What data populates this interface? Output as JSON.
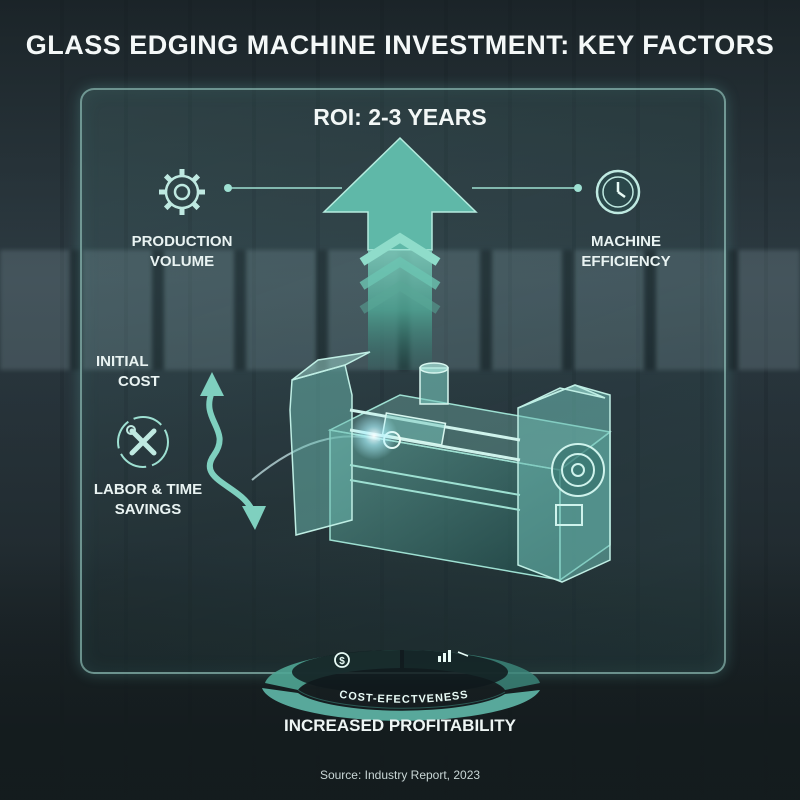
{
  "title": "GLASS EDGING MACHINE INVESTMENT: KEY FACTORS",
  "roi": "ROI: 2-3 YEARS",
  "factors": {
    "production_volume": "PRODUCTION VOLUME",
    "machine_efficiency": "MACHINE EFFICIENCY",
    "initial_cost_line1": "INITIAL",
    "initial_cost_line2": "COST",
    "labor_line1": "LABOR & TIME",
    "labor_line2": "SAVINGS"
  },
  "dial_label": "COST-EFECTVENESS",
  "footer_label": "INCREASED PROFITABILITY",
  "source": "Source: Industry Report, 2023",
  "icons": {
    "production_volume": "gear-icon",
    "machine_efficiency": "clock-icon",
    "labor": "wrench-screwdriver-icon",
    "dial_left": "dollar-icon",
    "dial_right": "chart-icon"
  },
  "colors": {
    "accent": "#5fb8a8",
    "accent_light": "#9ee0d2",
    "panel_border": "#aae1d7"
  }
}
